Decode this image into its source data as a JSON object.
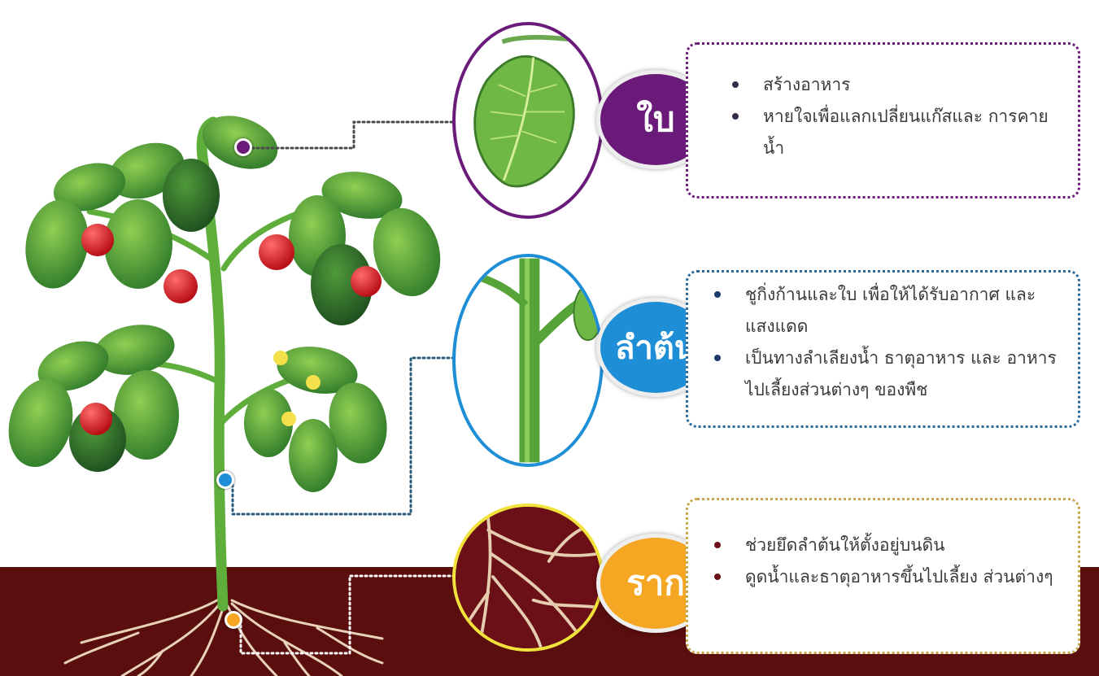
{
  "colors": {
    "leaf": "#6a1b7a",
    "stem": "#1e8fd6",
    "root": "#f5a623",
    "soil": "#5a0e0e"
  },
  "sections": {
    "leaf": {
      "label": "ใบ",
      "items": [
        "สร้างอาหาร",
        "หายใจเพื่อแลกเปลี่ยนแก๊สและ การคายน้ำ"
      ]
    },
    "stem": {
      "label": "ลำต้น",
      "items": [
        "ชูกิ่งก้านและใบ เพื่อให้ได้รับอากาศ และแสงแดด",
        "เป็นทางลำเลียงน้ำ ธาตุอาหาร และ อาหารไปเลี้ยงส่วนต่างๆ ของพืช"
      ]
    },
    "root": {
      "label": "ราก",
      "items": [
        "ช่วยยึดลำต้นให้ตั้งอยู่บนดิน",
        "ดูดน้ำและธาตุอาหารขึ้นไปเลี้ยง ส่วนต่างๆ"
      ]
    }
  }
}
